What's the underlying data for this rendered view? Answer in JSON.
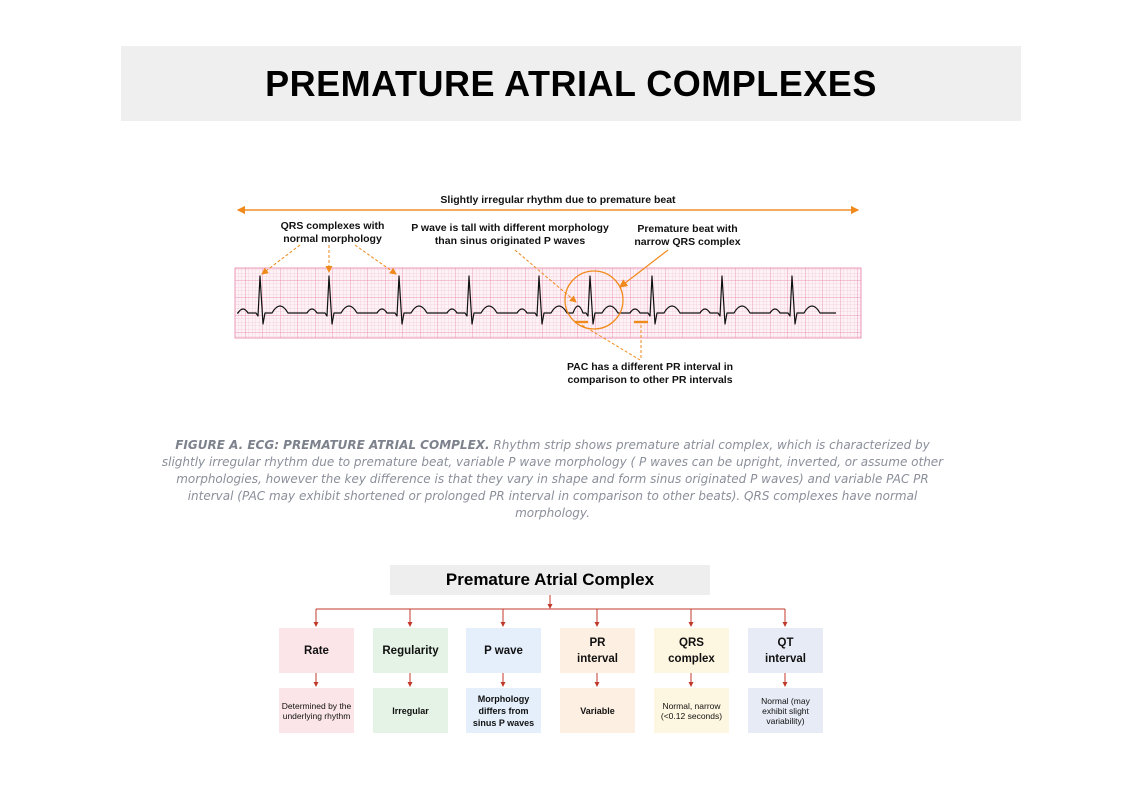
{
  "page": {
    "title": "PREMATURE ATRIAL COMPLEXES"
  },
  "ecg_figure": {
    "rhythm_label": "Slightly irregular rhythm due to premature beat",
    "qrs_label": [
      "QRS complexes with",
      "normal morphology"
    ],
    "pwave_label": [
      "P wave is tall with different morphology",
      "than sinus originated P waves"
    ],
    "premature_label": [
      "Premature beat with",
      "narrow QRS complex"
    ],
    "pr_label": [
      "PAC has a different PR interval in",
      "comparison to other PR intervals"
    ],
    "colors": {
      "grid_minor": "#f3b6cd",
      "grid_major": "#e77fa8",
      "grid_background": "#fdf2f6",
      "trace": "#111111",
      "annotation": "#f08a1c"
    }
  },
  "caption": {
    "lead": "FIGURE A. ECG: PREMATURE ATRIAL COMPLEX.",
    "body": "Rhythm strip shows premature atrial complex, which is characterized by slightly irregular rhythm due to premature beat, variable P wave morphology ( P waves can be upright, inverted, or assume other morphologies, however the key difference is that they vary in shape and form sinus originated P waves) and variable PAC PR interval (PAC may exhibit shortened or prolonged PR interval in comparison to other beats). QRS complexes have normal morphology."
  },
  "tree": {
    "title": "Premature Atrial Complex",
    "line_color": "#c0392b",
    "items": [
      {
        "name": "Rate",
        "value": "Determined by the underlying rhythm"
      },
      {
        "name": "Regularity",
        "value": "Irregular"
      },
      {
        "name": "P wave",
        "value": "Morphology differs from sinus P waves"
      },
      {
        "name": "PR interval",
        "value": "Variable"
      },
      {
        "name": "QRS complex",
        "value": "Normal, narrow (<0.12 seconds)"
      },
      {
        "name": "QT interval",
        "value": "Normal (may exhibit slight variability)"
      }
    ]
  }
}
